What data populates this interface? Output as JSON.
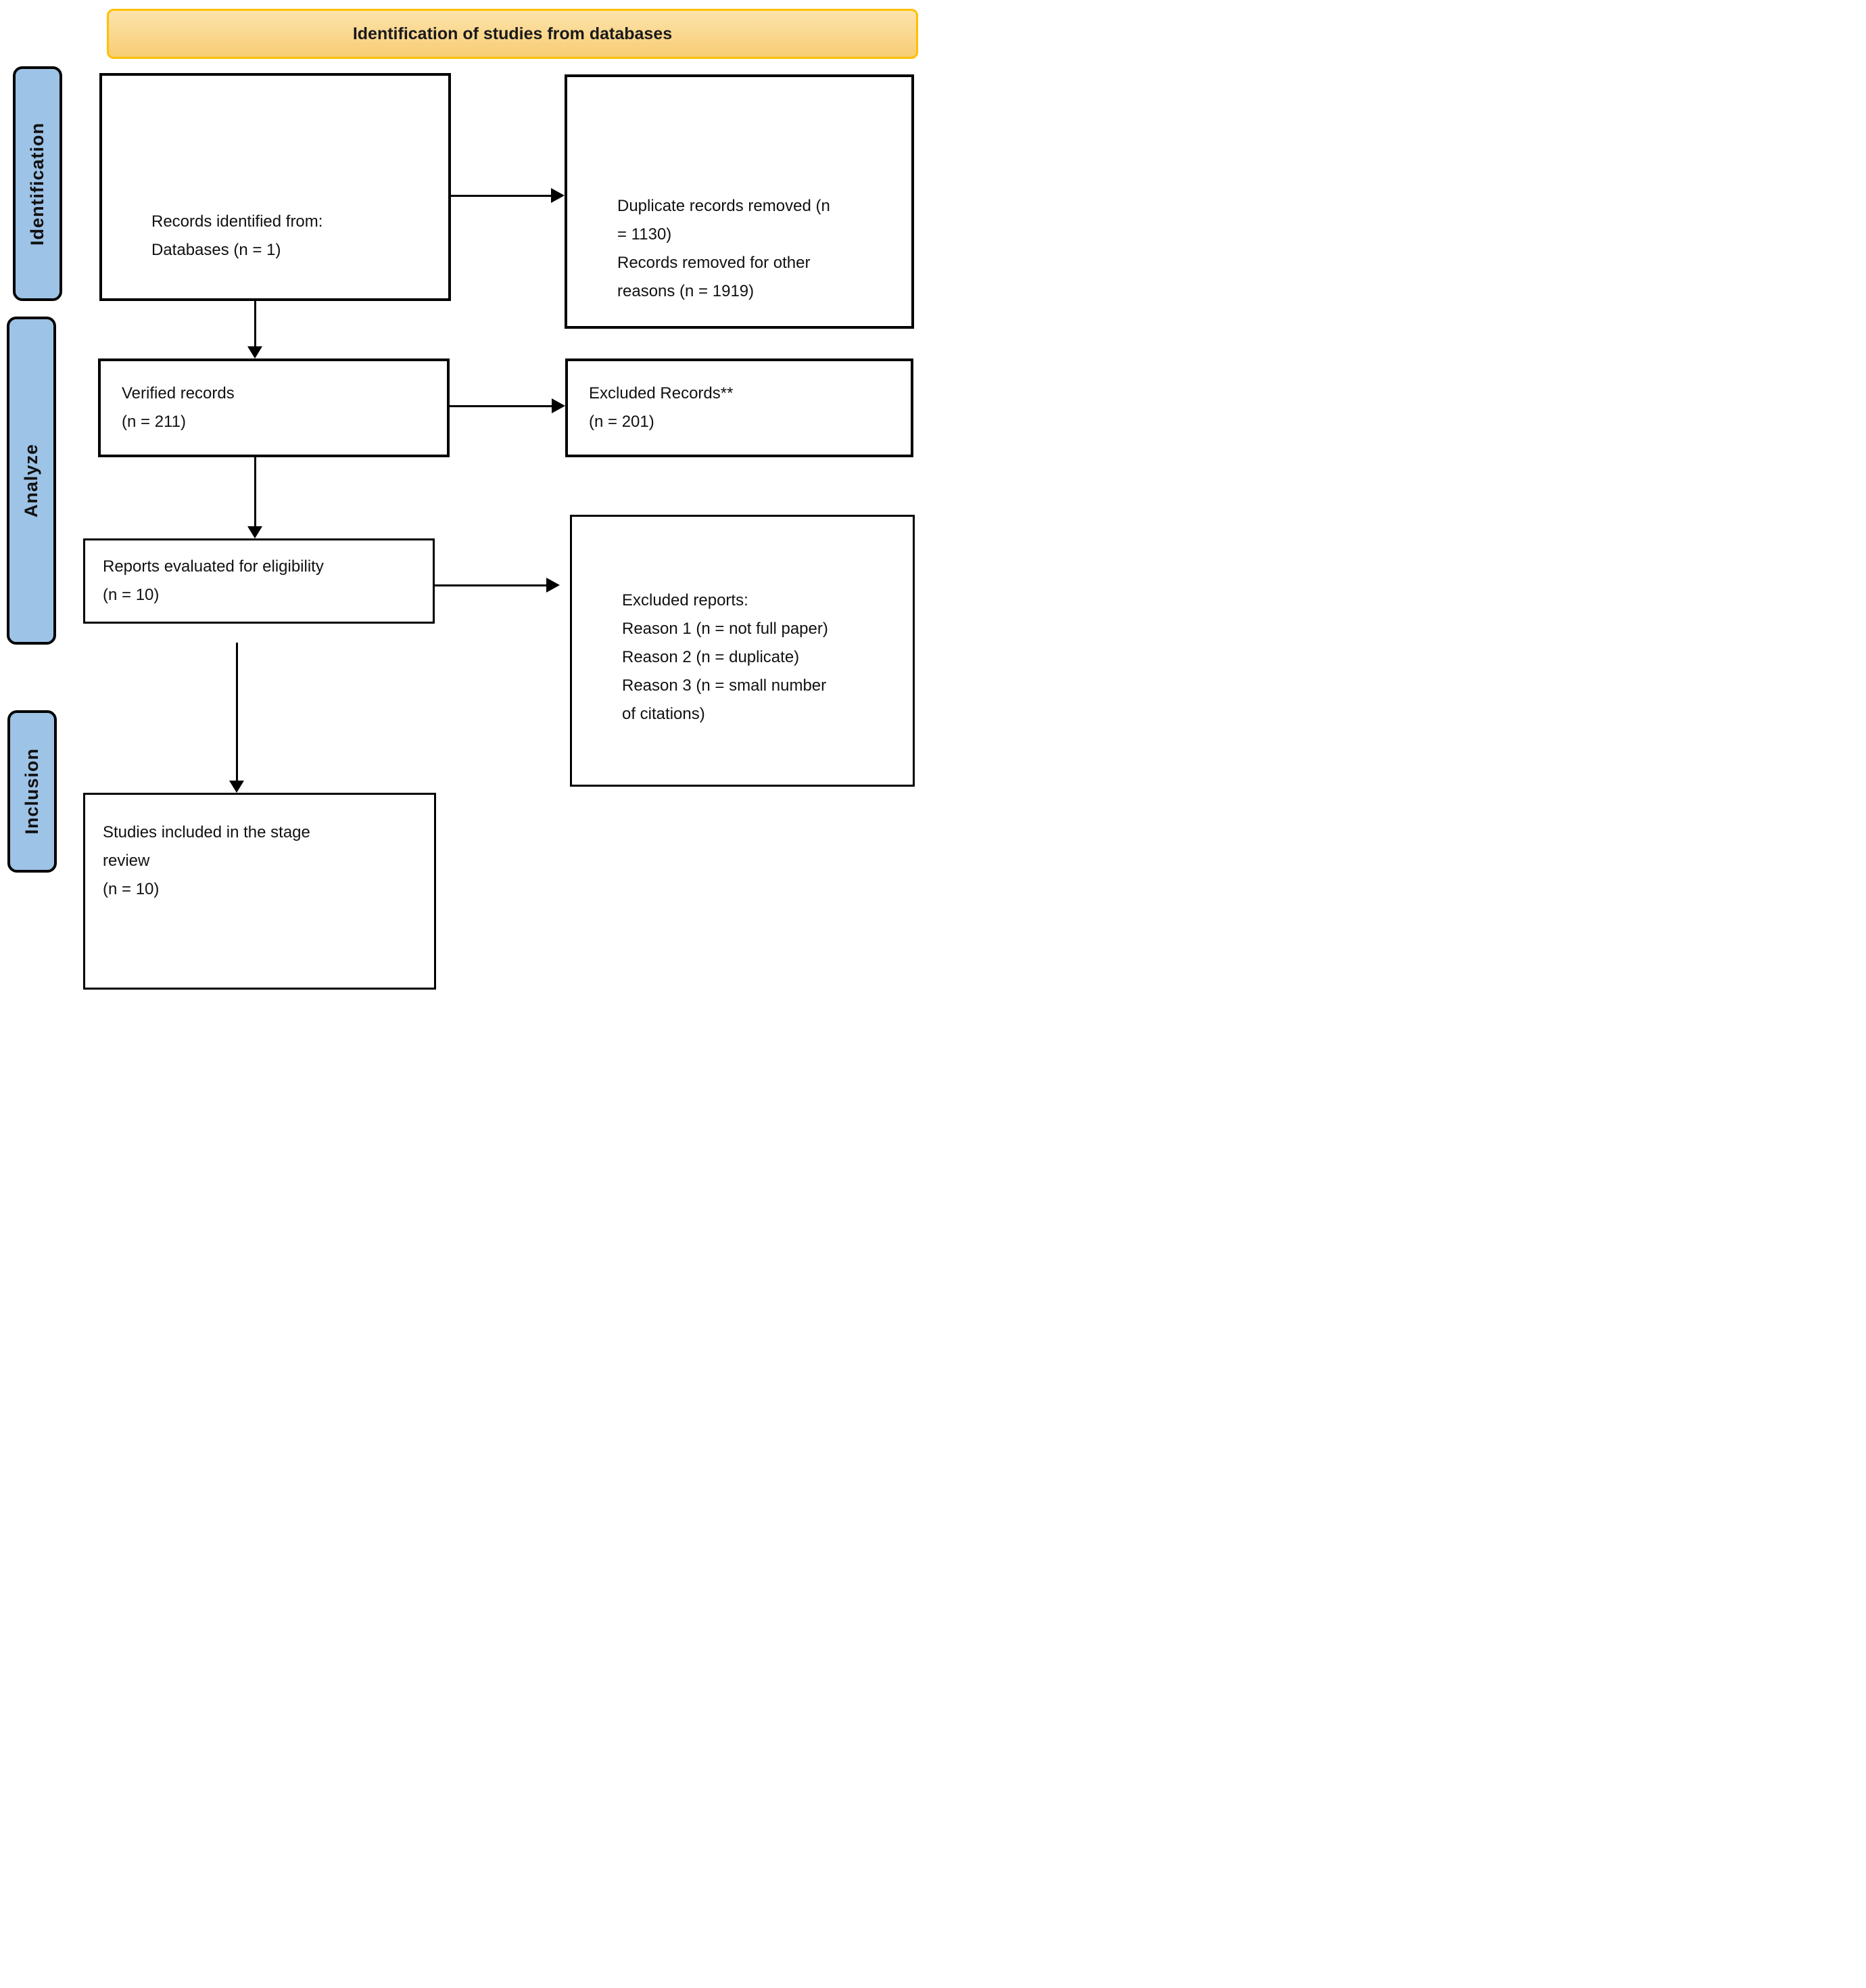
{
  "banner": {
    "label": "Identification of studies from databases"
  },
  "stages": [
    {
      "id": "identification",
      "label": "Identification"
    },
    {
      "id": "analyze",
      "label": "Analyze"
    },
    {
      "id": "inclusion",
      "label": "Inclusion"
    }
  ],
  "boxes": {
    "records_identified": {
      "text": "Records identified from:\nDatabases (n = 1)"
    },
    "duplicate_records_removed": {
      "text": "Duplicate records removed (n\n= 1130)\nRecords removed for other\nreasons (n = 1919)"
    },
    "verified_records": {
      "text": "Verified records\n(n = 211)"
    },
    "excluded_records": {
      "text": "Excluded Records**\n(n = 201)"
    },
    "reports_evaluated": {
      "text": "Reports evaluated for eligibility\n(n = 10)"
    },
    "excluded_reports": {
      "text": "Excluded reports:\nReason 1 (n = not full paper)\nReason 2 (n = duplicate)\nReason 3 (n = small number\nof citations)"
    },
    "studies_included": {
      "text": "Studies included in the stage\nreview\n(n = 10)"
    }
  },
  "arrows": [
    {
      "from": "records_identified",
      "to": "duplicate_records_removed",
      "direction": "right"
    },
    {
      "from": "records_identified",
      "to": "verified_records",
      "direction": "down"
    },
    {
      "from": "verified_records",
      "to": "excluded_records",
      "direction": "right"
    },
    {
      "from": "verified_records",
      "to": "reports_evaluated",
      "direction": "down"
    },
    {
      "from": "reports_evaluated",
      "to": "excluded_reports",
      "direction": "right"
    },
    {
      "from": "reports_evaluated",
      "to": "studies_included",
      "direction": "down"
    }
  ],
  "colors": {
    "banner_fill_top": "#FCE3AC",
    "banner_fill_bottom": "#F8CD74",
    "banner_border": "#FFC000",
    "stage_fill": "#9DC3E6",
    "stage_border": "#000000",
    "box_border": "#000000",
    "arrow": "#000000"
  }
}
